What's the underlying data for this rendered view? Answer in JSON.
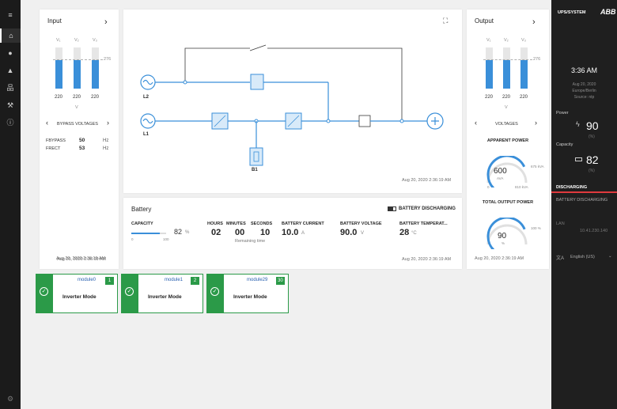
{
  "input": {
    "title": "Input",
    "phase_labels": [
      "V₁",
      "V₂",
      "V₃"
    ],
    "marker": "276",
    "values": [
      "220",
      "220",
      "220"
    ],
    "unit": "V",
    "levels": [
      0.7,
      0.7,
      0.7
    ],
    "bypass_label": "BYPASS VOLTAGES",
    "f_bypass_label": "FBYPASS",
    "f_bypass_value": "50",
    "f_rect_label": "FRECT",
    "f_rect_value": "53",
    "hz": "Hz",
    "timestamp": "Aug 20, 2020 2:36:19 AM"
  },
  "diagram": {
    "l2": "L2",
    "l1": "L1",
    "b1": "B1",
    "timestamp": "Aug 20, 2020 2:36:19 AM"
  },
  "battery": {
    "title": "Battery",
    "status": "BATTERY DISCHARGING",
    "capacity_label": "CAPACITY",
    "capacity_value": "82",
    "capacity_unit": "%",
    "capacity_level": 0.82,
    "cap_min": "0",
    "cap_max": "100",
    "hours_label": "HOURS",
    "minutes_label": "MINUTES",
    "seconds_label": "SECONDS",
    "hours": "02",
    "minutes": "00",
    "seconds": "10",
    "remaining": "Remaining time",
    "current_label": "BATTERY CURRENT",
    "current_value": "10.0",
    "current_unit": "A",
    "voltage_label": "BATTERY VOLTAGE",
    "voltage_value": "90.0",
    "voltage_unit": "V",
    "temp_label": "BATTERY TEMPERAT...",
    "temp_value": "28",
    "temp_unit": "°C",
    "timestamp_left": "Aug 20, 2020 2:36:19 AM",
    "timestamp_right": "Aug 20, 2020 2:36:19 AM"
  },
  "output": {
    "title": "Output",
    "phase_labels": [
      "V₁",
      "V₂",
      "V₃"
    ],
    "marker": "276",
    "values": [
      "220",
      "220",
      "220"
    ],
    "unit": "V",
    "levels": [
      0.7,
      0.7,
      0.7
    ],
    "voltages_label": "VOLTAGES",
    "apparent_title": "APPARENT POWER",
    "apparent_value": "600",
    "apparent_unit": "AVA",
    "apparent_max_mark": "675 kVA",
    "apparent_min": "0",
    "apparent_max": "810 kVA",
    "apparent_level": 0.74,
    "total_title": "TOTAL OUTPUT POWER",
    "total_value": "90",
    "total_unit": "%",
    "total_mark": "100 %",
    "total_level": 0.75,
    "timestamp": "Aug 20, 2020 2:36:19 AM"
  },
  "modules": [
    {
      "name": "module0",
      "num": "1",
      "mode": "Inverter Mode"
    },
    {
      "name": "module1",
      "num": "2",
      "mode": "Inverter Mode"
    },
    {
      "name": "module29",
      "num": "30",
      "mode": "Inverter Mode"
    }
  ],
  "right_panel": {
    "header": "UPS/SYSTEM",
    "logo": "ABB",
    "time": "3:36 AM",
    "date": "Aug 20, 2020",
    "tz": "Europe/Berlin",
    "source": "Source: ntp",
    "power_label": "Power",
    "power_value": "90",
    "power_unit": "(%)",
    "capacity_label": "Capacity",
    "capacity_value": "82",
    "capacity_unit": "(%)",
    "discharging": "DISCHARGING",
    "discharging_sub": "BATTERY DISCHARGING",
    "lan_label": "LAN",
    "lan_value": "10.41.230.140",
    "language": "English (US)"
  },
  "colors": {
    "accent": "#3a8fd9",
    "ok": "#2b9a48",
    "alarm": "#e03a3e"
  }
}
